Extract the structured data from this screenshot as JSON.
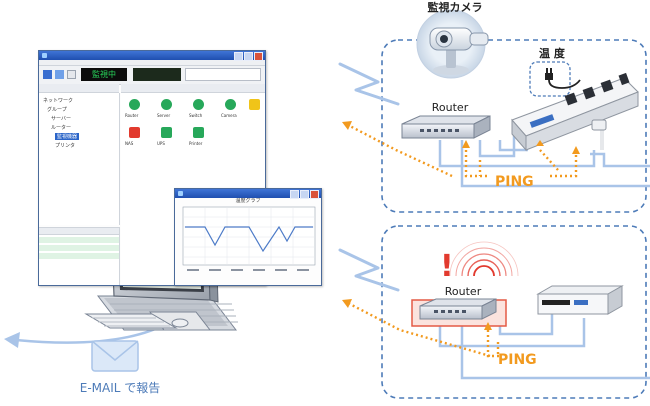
{
  "top_network": {
    "camera_label": "監視カメラ",
    "temperature_label": "温 度",
    "router_label": "Router",
    "ping_label": "PING"
  },
  "bottom_network": {
    "alert_mark": "!",
    "router_label": "Router",
    "ping_label": "PING"
  },
  "email": {
    "label": "E-MAIL で報告"
  },
  "main_window": {
    "status_text": "監視中",
    "tree_items": [
      "ネットワーク",
      "グループ",
      "サーバー",
      "ルーター",
      "監視機器",
      "プリンタ"
    ],
    "device_labels": [
      "Router",
      "Server",
      "Switch",
      "Camera",
      "NAS",
      "UPS",
      "Printer"
    ],
    "colors": {
      "status_ok": "#27a85a",
      "status_alert": "#e23a2e",
      "status_warn": "#f0c419"
    }
  },
  "graph_window": {
    "chart_title": "温度グラフ"
  },
  "colors": {
    "dash_border": "#4d7bb8",
    "ping_orange": "#f29a1f",
    "link_blue": "#a9c4e8",
    "alert_red": "#e23a2e"
  }
}
